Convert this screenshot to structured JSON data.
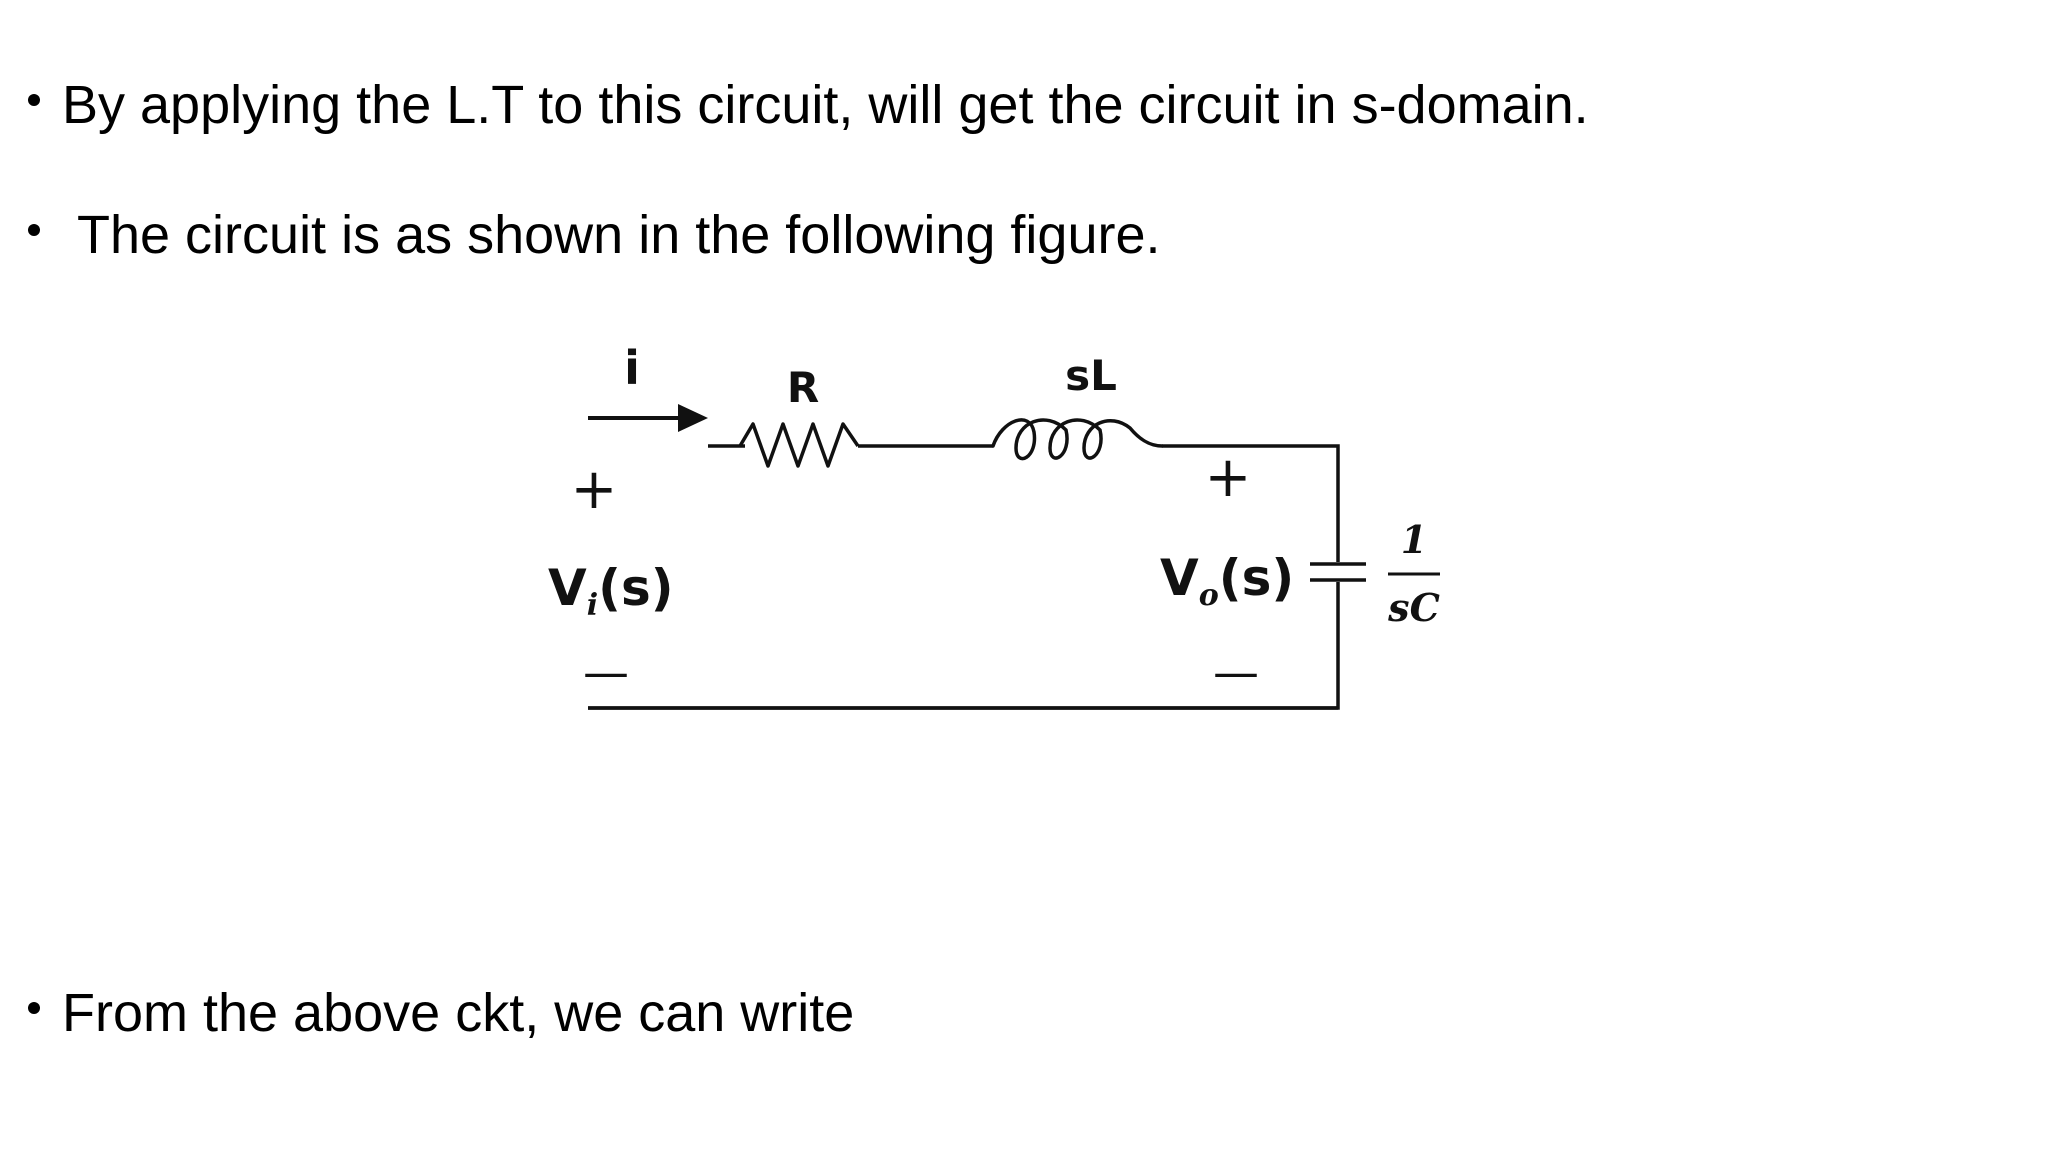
{
  "bullets": [
    "By applying the L.T to this circuit, will get the circuit in s-domain.",
    "The circuit is as shown in the following figure.",
    "From the above ckt, we can write"
  ],
  "circuit": {
    "current_label": "i",
    "resistor_label": "R",
    "inductor_label": "sL",
    "input_plus": "+",
    "input_minus": "—",
    "input_voltage_main": "V",
    "input_voltage_sub": "i",
    "input_voltage_arg": "(s)",
    "output_plus": "+",
    "output_minus": "—",
    "output_voltage_main": "V",
    "output_voltage_sub": "o",
    "output_voltage_arg": "(s)",
    "capacitor_numerator": "1",
    "capacitor_denominator": "sC"
  }
}
